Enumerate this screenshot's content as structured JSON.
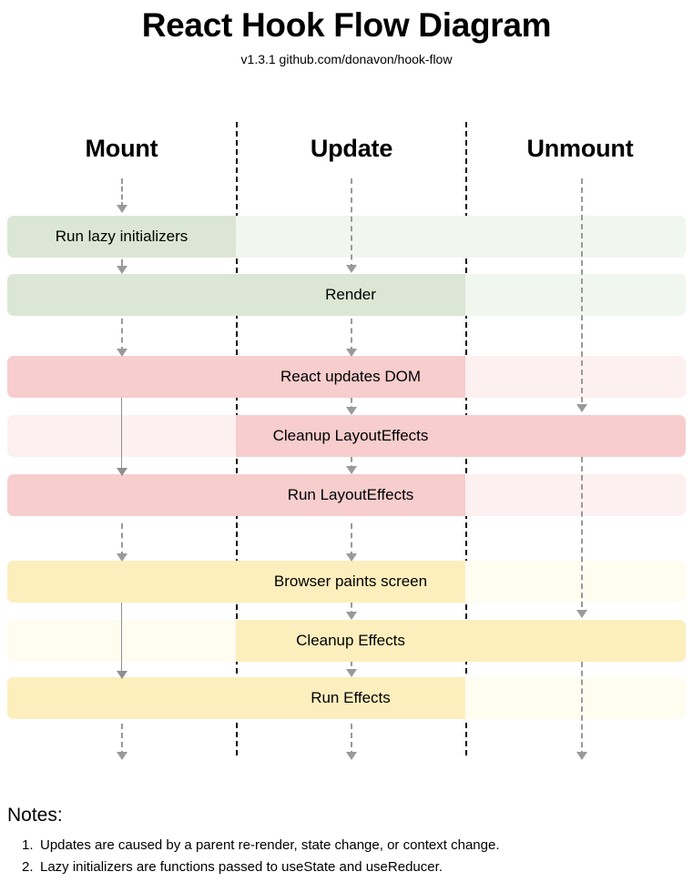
{
  "header": {
    "title": "React Hook Flow Diagram",
    "subtitle": "v1.3.1 github.com/donavon/hook-flow"
  },
  "columns": [
    {
      "key": "mount",
      "label": "Mount"
    },
    {
      "key": "update",
      "label": "Update"
    },
    {
      "key": "unmount",
      "label": "Unmount"
    }
  ],
  "palette": {
    "green_active": "#dbe7d4",
    "green_inactive": "#f1f6ee",
    "red_active": "#f7cdcd",
    "red_inactive": "#fdf0f0",
    "yellow_active": "#fdeebe",
    "yellow_inactive": "#fffcf0",
    "divider": "#000000",
    "arrow": "#9a9a9a",
    "text": "#000000",
    "background": "#ffffff"
  },
  "rows": [
    {
      "id": "run-lazy-initializers",
      "label": "Run lazy initializers",
      "label_column": "mount",
      "group": "green",
      "active": {
        "mount": true,
        "update": false,
        "unmount": false
      }
    },
    {
      "id": "render",
      "label": "Render",
      "label_column": "update",
      "group": "green",
      "active": {
        "mount": true,
        "update": true,
        "unmount": false
      }
    },
    {
      "id": "react-updates-dom",
      "label": "React updates DOM",
      "label_column": "update",
      "group": "red",
      "active": {
        "mount": true,
        "update": true,
        "unmount": false
      }
    },
    {
      "id": "cleanup-layouteffects",
      "label": "Cleanup LayoutEffects",
      "label_column": "update",
      "group": "red",
      "active": {
        "mount": false,
        "update": true,
        "unmount": true
      }
    },
    {
      "id": "run-layouteffects",
      "label": "Run LayoutEffects",
      "label_column": "update",
      "group": "red",
      "active": {
        "mount": true,
        "update": true,
        "unmount": false
      }
    },
    {
      "id": "browser-paints-screen",
      "label": "Browser paints screen",
      "label_column": "update",
      "group": "yellow",
      "active": {
        "mount": true,
        "update": true,
        "unmount": false
      }
    },
    {
      "id": "cleanup-effects",
      "label": "Cleanup Effects",
      "label_column": "update",
      "group": "yellow",
      "active": {
        "mount": false,
        "update": true,
        "unmount": true
      }
    },
    {
      "id": "run-effects",
      "label": "Run Effects",
      "label_column": "update",
      "group": "yellow",
      "active": {
        "mount": true,
        "update": true,
        "unmount": false
      }
    }
  ],
  "notes": {
    "heading": "Notes:",
    "items": [
      {
        "num": "1.",
        "text": "Updates are caused by a parent re-render, state change, or context change."
      },
      {
        "num": "2.",
        "text": "Lazy initializers are functions passed to useState and useReducer."
      }
    ]
  }
}
